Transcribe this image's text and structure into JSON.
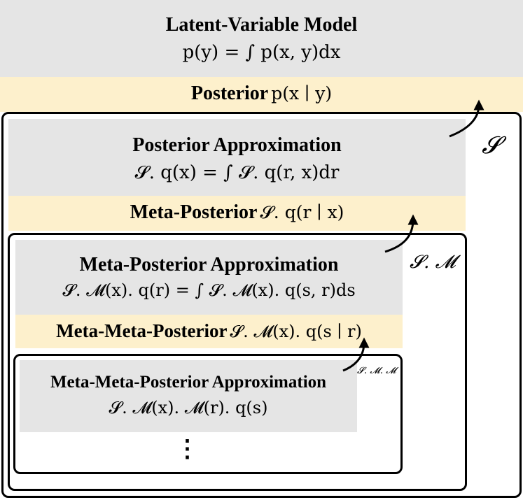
{
  "level0": {
    "title": "Latent-Variable Model",
    "formula": "p(y) = ∫ p(x, y)dx",
    "posterior_label": "Posterior",
    "posterior_formula": "p(x ∣ y)"
  },
  "level1": {
    "scope": "𝓢",
    "title": "Posterior Approximation",
    "formula": "𝓢. q(x) = ∫ 𝓢. q(r, x)dr",
    "posterior_label": "Meta-Posterior",
    "posterior_formula": "𝓢. q(r ∣ x)"
  },
  "level2": {
    "scope": "𝓢. 𝓜",
    "title": "Meta-Posterior Approximation",
    "formula": "𝓢. 𝓜(x). q(r) = ∫ 𝓢. 𝓜(x). q(s, r)ds",
    "posterior_label": "Meta-Meta-Posterior",
    "posterior_formula": "𝓢. 𝓜(x). q(s ∣ r)"
  },
  "level3": {
    "scope": "𝓢. 𝓜. 𝓜",
    "title": "Meta-Meta-Posterior Approximation",
    "formula": "𝓢. 𝓜(x). 𝓜(r). q(s)",
    "continuation": "⋮"
  }
}
